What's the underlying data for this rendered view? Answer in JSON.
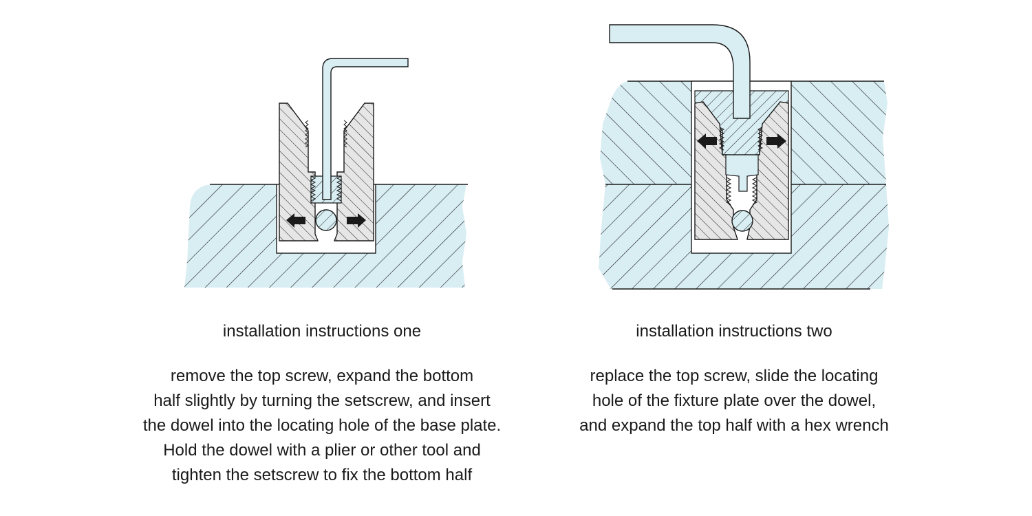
{
  "colors": {
    "base_plate": "#d9eef3",
    "clamp_body": "#e6e6e6",
    "hex_wrench": "#d9eef3",
    "outline": "#1a1a1a",
    "arrow": "#1a1a1a"
  },
  "panels": [
    {
      "title": "installation instructions one",
      "lines": [
        "remove the top screw, expand the bottom",
        "half slightly by turning the setscrew, and insert",
        "the dowel into the locating hole of the base plate.",
        "Hold the dowel with a plier or other tool and",
        "tighten the setscrew to fix the bottom half"
      ]
    },
    {
      "title": "installation instructions two",
      "lines": [
        "replace the top screw, slide the locating",
        "hole of the fixture plate over the dowel,",
        "and expand the top half with a hex wrench"
      ]
    }
  ]
}
